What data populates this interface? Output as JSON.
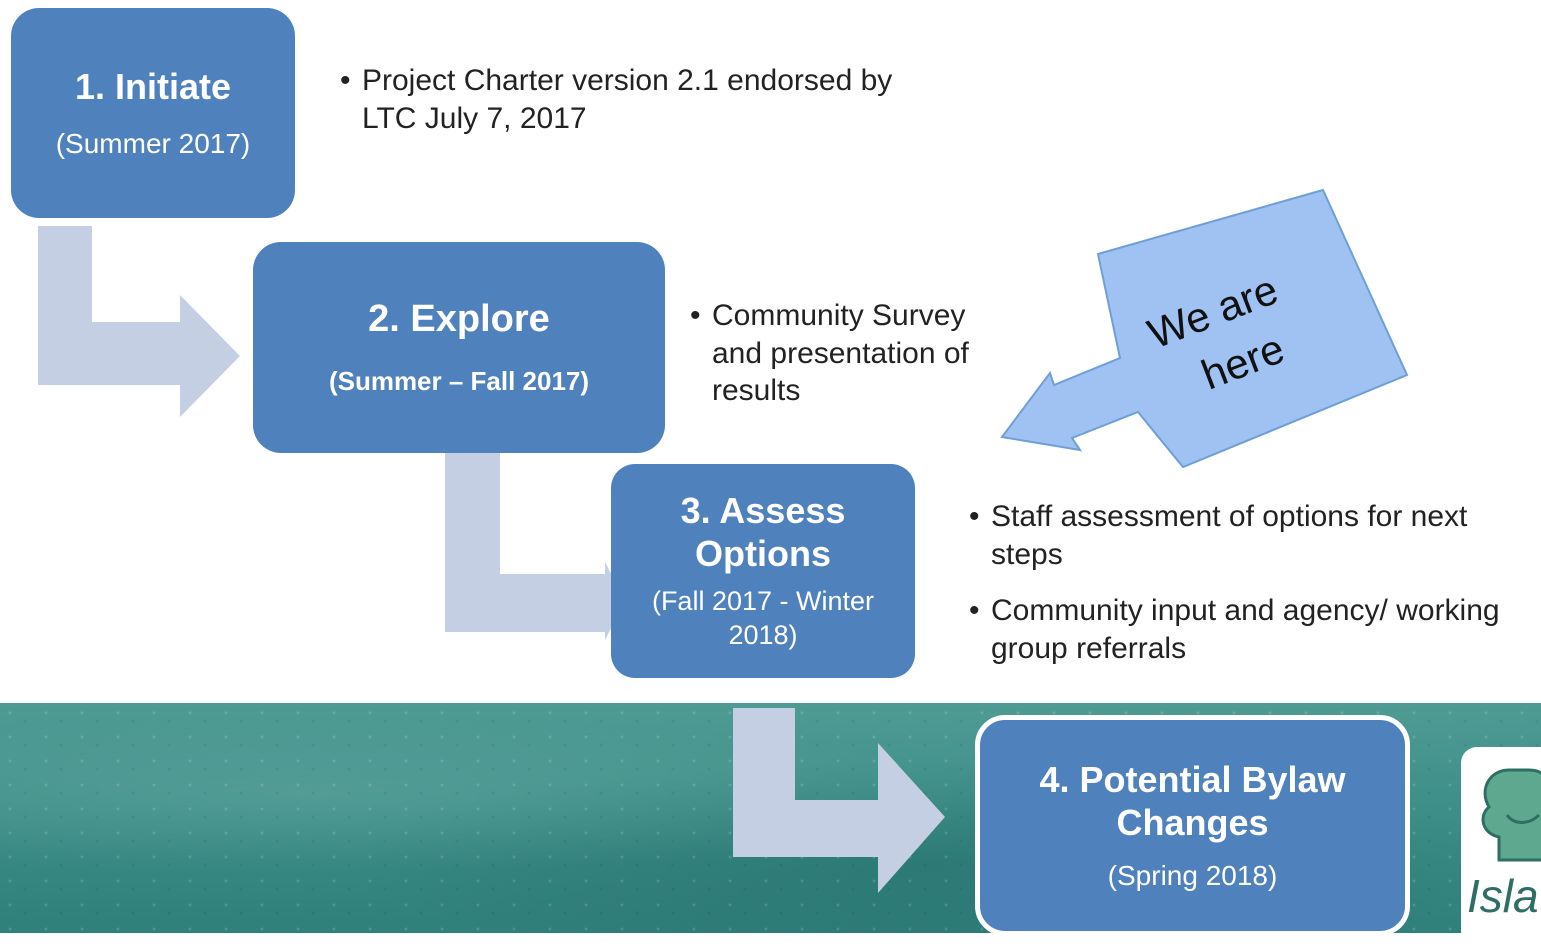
{
  "stages": [
    {
      "title": "1. Initiate",
      "date": "(Summer 2017)"
    },
    {
      "title": "2. Explore",
      "date": "(Summer – Fall 2017)"
    },
    {
      "title": "3. Assess Options",
      "date": "(Fall 2017 - Winter 2018)"
    },
    {
      "title": "4. Potential Bylaw Changes",
      "date": "(Spring 2018)"
    }
  ],
  "bullets": {
    "stage1": [
      "Project Charter version 2.1 endorsed by LTC July 7, 2017"
    ],
    "stage2": [
      "Community Survey and presentation of results"
    ],
    "stage3": [
      "Staff assessment of options for next steps",
      "Community input and agency/ working group referrals"
    ]
  },
  "callout": {
    "text": "We are here"
  },
  "logo": {
    "text": "Isla"
  },
  "colors": {
    "stage_fill": "#4f81bd",
    "connector": "#c5cfe3",
    "callout_fill": "#9fc2f3"
  }
}
